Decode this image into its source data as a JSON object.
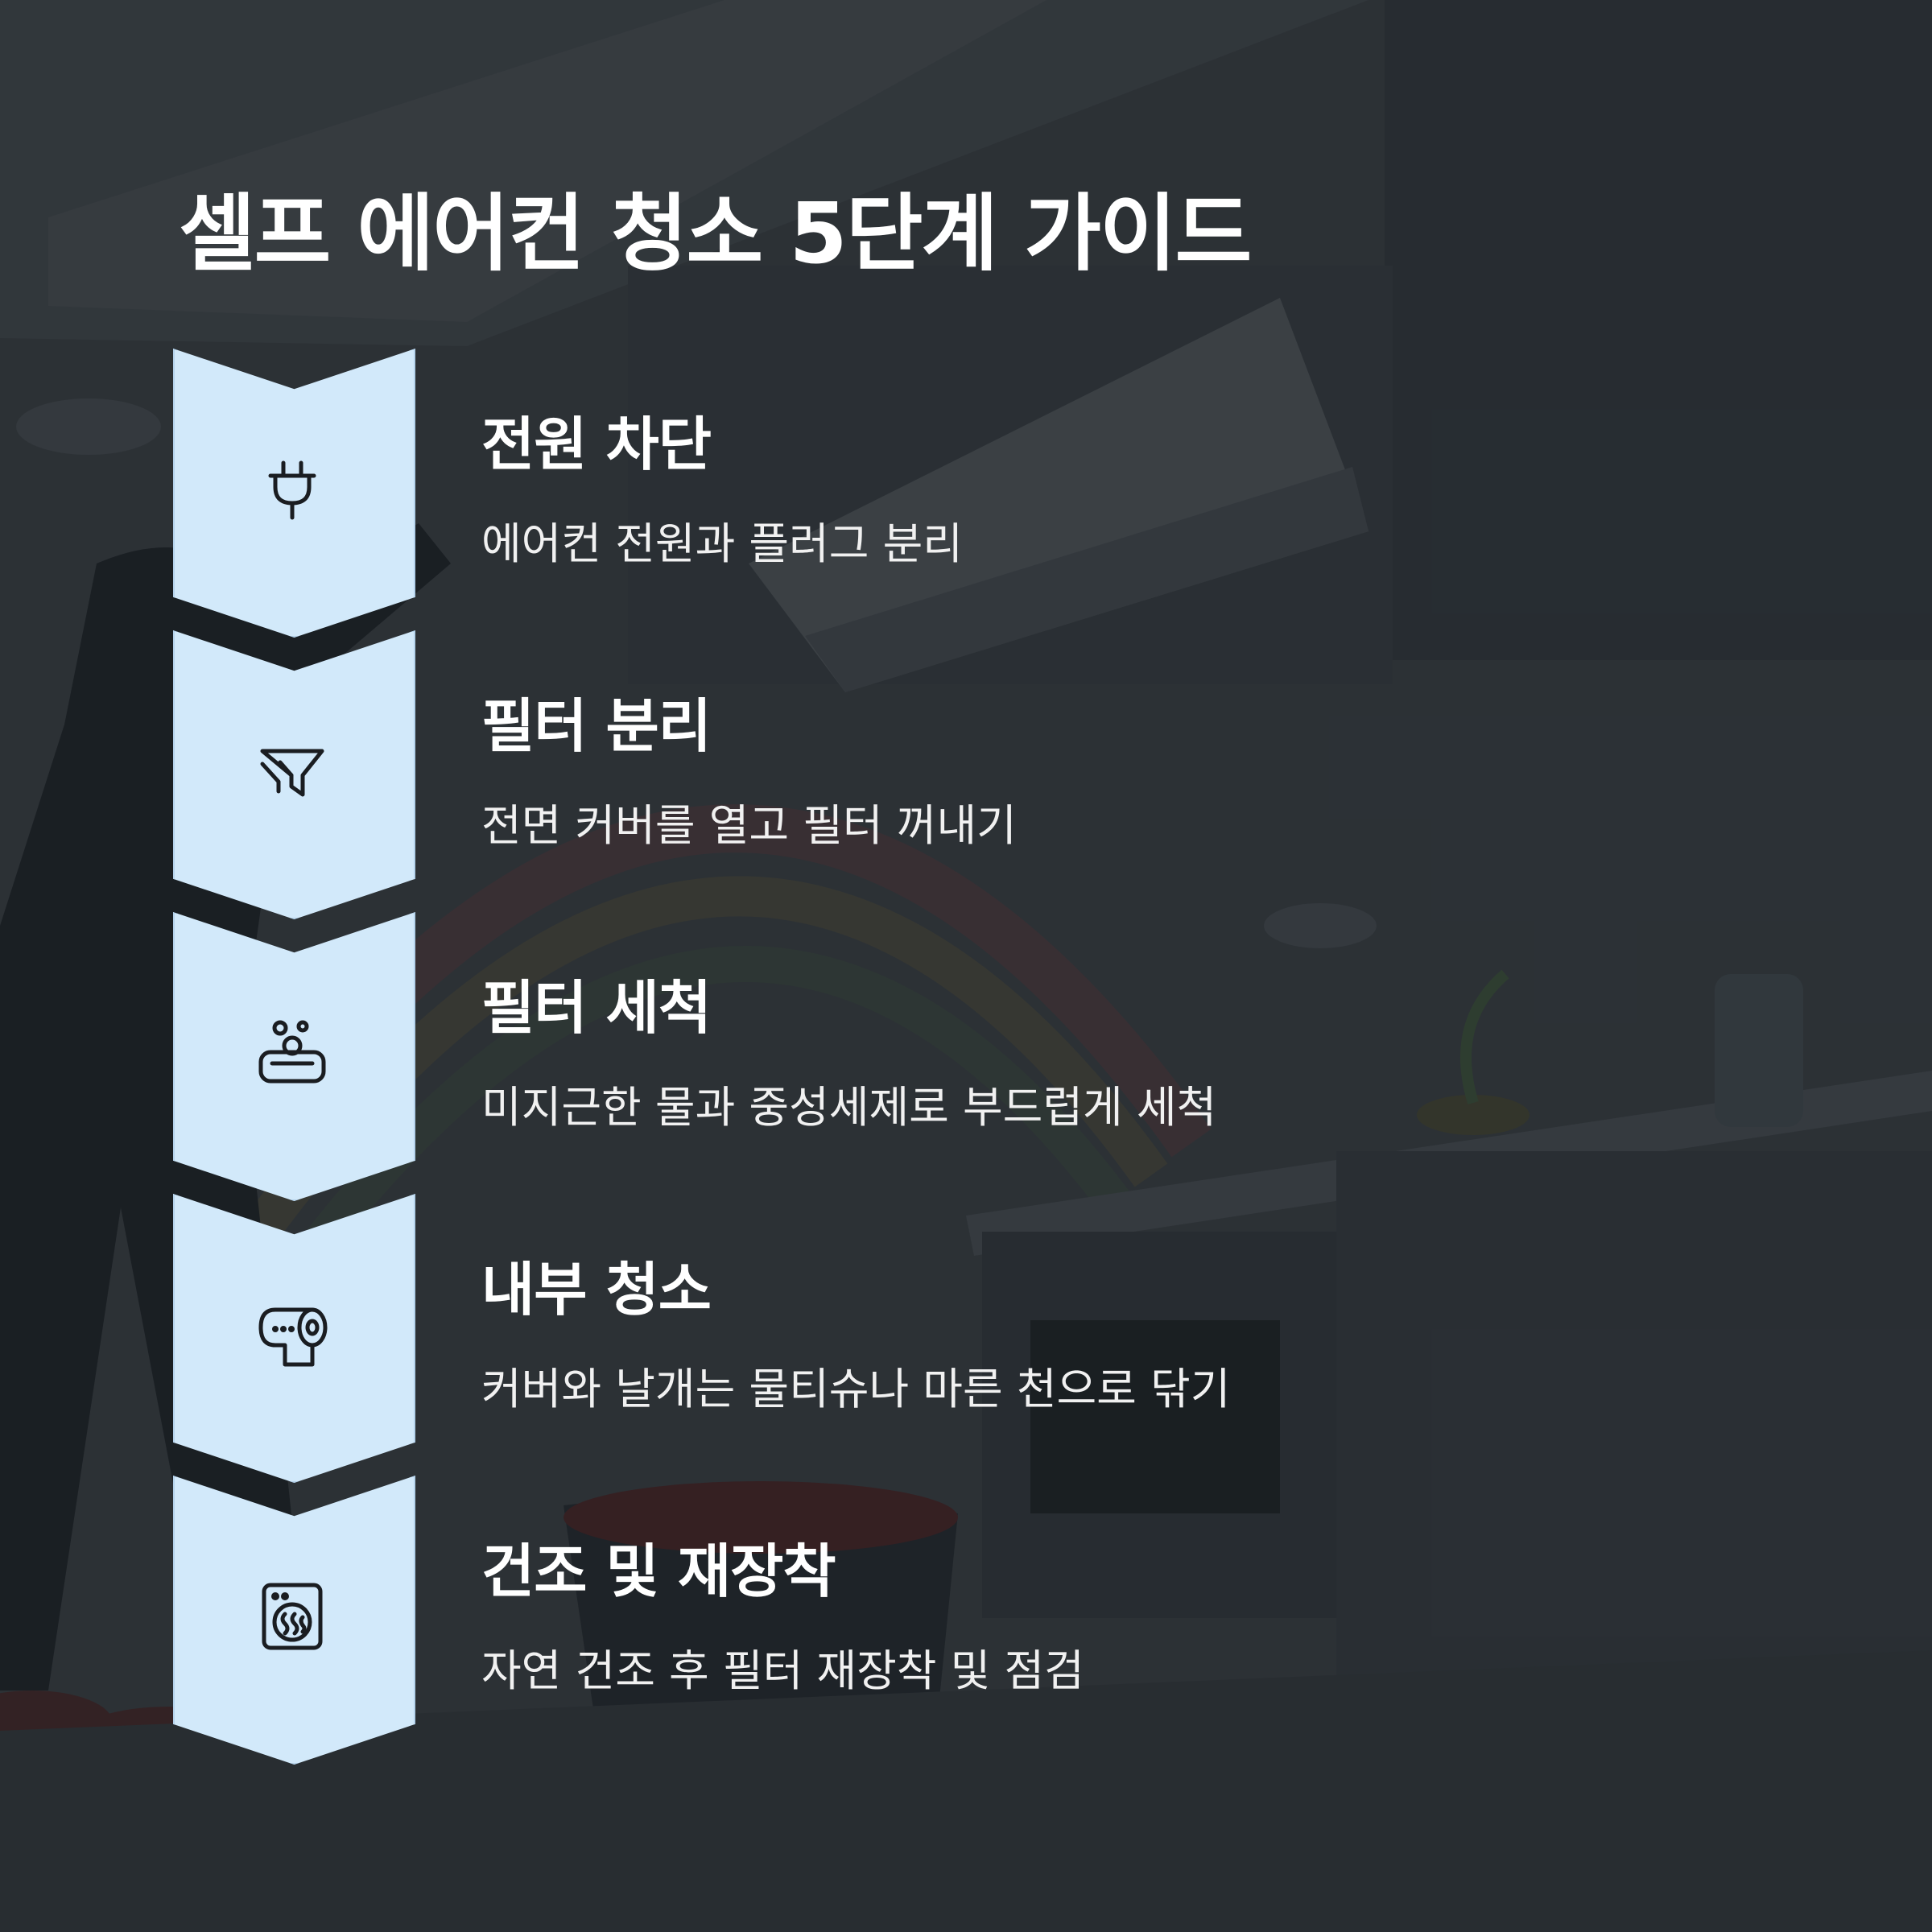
{
  "title": "셀프 에어컨 청소 5단계 가이드",
  "steps": [
    {
      "title": "전원 차단",
      "desc": "에어컨 전원과 플러그 분리",
      "icon": "plug-icon"
    },
    {
      "title": "필터 분리",
      "desc": "전면 커버를 열고 필터 꺼내기",
      "icon": "filter-icon"
    },
    {
      "title": "필터 세척",
      "desc": "미지근한 물과 중성세제로 부드럽게 세척",
      "icon": "soap-icon"
    },
    {
      "title": "내부 청소",
      "desc": "커버와 날개는 물티슈나 마른 천으로 닦기",
      "icon": "tissue-roll-icon"
    },
    {
      "title": "건조 및 재장착",
      "desc": "자연 건조 후 필터 재장착 및 점검",
      "icon": "dryer-icon"
    }
  ],
  "colors": {
    "chevron_fill": "#d2e9fa",
    "chevron_border": "#b5d3ec",
    "icon_stroke": "#1a1d21",
    "text": "#ffffff"
  }
}
